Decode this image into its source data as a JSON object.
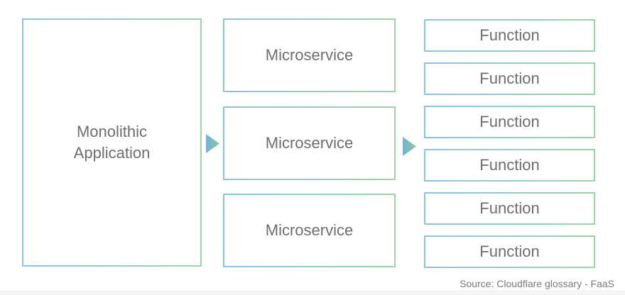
{
  "colors": {
    "border_blue": "#8ec2e2",
    "border_green": "#9dd3a8",
    "arrow_blue": "#74b2d8",
    "arrow_green": "#8ac79b",
    "label_gray": "#6e6e6e",
    "source_gray": "#7b7b7b",
    "background": "#ffffff",
    "bottom_strip": "#f5f5f5"
  },
  "monolith": {
    "label": "Monolithic Application"
  },
  "microservices": [
    {
      "label": "Microservice"
    },
    {
      "label": "Microservice"
    },
    {
      "label": "Microservice"
    }
  ],
  "functions": [
    {
      "label": "Function"
    },
    {
      "label": "Function"
    },
    {
      "label": "Function"
    },
    {
      "label": "Function"
    },
    {
      "label": "Function"
    },
    {
      "label": "Function"
    }
  ],
  "source": {
    "text": "Source: Cloudflare glossary - FaaS"
  }
}
